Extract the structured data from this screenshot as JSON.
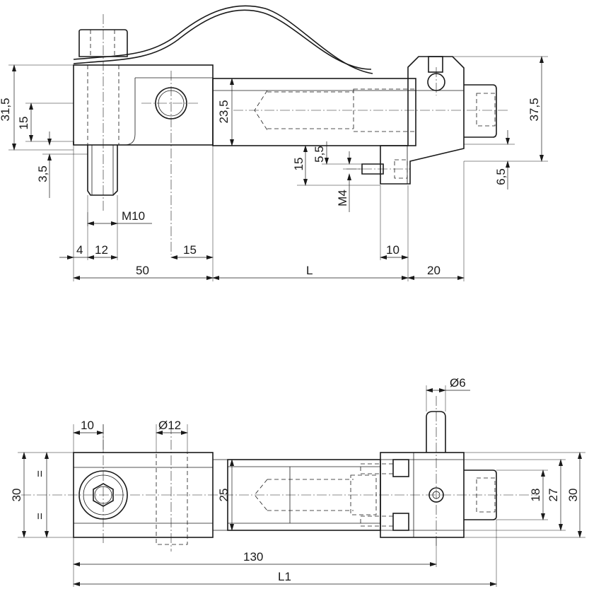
{
  "top_view": {
    "dims": {
      "d31_5": "31,5",
      "d15_left": "15",
      "d3_5": "3,5",
      "d23_5": "23,5",
      "d5_5": "5,5",
      "d15_mid": "15",
      "m4": "M4",
      "d37_5": "37,5",
      "d6_5": "6,5",
      "m10": "M10",
      "d4": "4",
      "d12": "12",
      "d15_bottom": "15",
      "d10": "10",
      "d50": "50",
      "dL": "L",
      "d20": "20"
    }
  },
  "bottom_view": {
    "dims": {
      "d10": "10",
      "dia12": "Ø12",
      "dia6": "Ø6",
      "d30_left": "30",
      "eq_top": "=",
      "eq_bottom": "=",
      "d25": "25",
      "d18": "18",
      "d27": "27",
      "d30_right": "30",
      "d130": "130",
      "dL1": "L1"
    }
  }
}
